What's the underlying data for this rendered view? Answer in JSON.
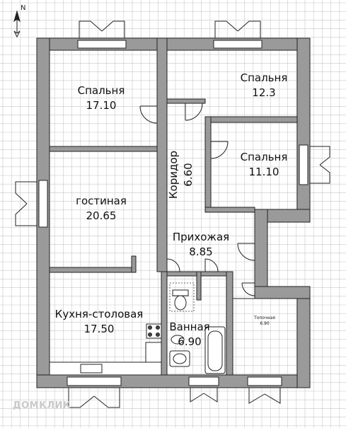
{
  "compass": {
    "label": "N",
    "icon": "north-arrow-icon"
  },
  "rooms": [
    {
      "id": "bedroom-1",
      "name": "Спальня",
      "area": "17.10"
    },
    {
      "id": "bedroom-2",
      "name": "Спальня",
      "area": "12.3"
    },
    {
      "id": "corridor",
      "name": "Коридор",
      "area": "6.60"
    },
    {
      "id": "bedroom-3",
      "name": "Спальня",
      "area": "11.10"
    },
    {
      "id": "living-room",
      "name": "гостиная",
      "area": "20.65"
    },
    {
      "id": "hallway",
      "name": "Прихожая",
      "area": "8.85"
    },
    {
      "id": "kitchen-dining",
      "name": "Кухня-столовая",
      "area": "17.50"
    },
    {
      "id": "bathroom",
      "name": "Ванная",
      "area": "6.90"
    },
    {
      "id": "boiler-room",
      "name": "Топочная",
      "area": "6.90"
    }
  ],
  "watermark": "ДОМКЛИК",
  "colors": {
    "grid": "#c8c8c8",
    "wall_fill": "#9a9a9a",
    "wall_stroke": "#222222",
    "background": "#ffffff"
  }
}
